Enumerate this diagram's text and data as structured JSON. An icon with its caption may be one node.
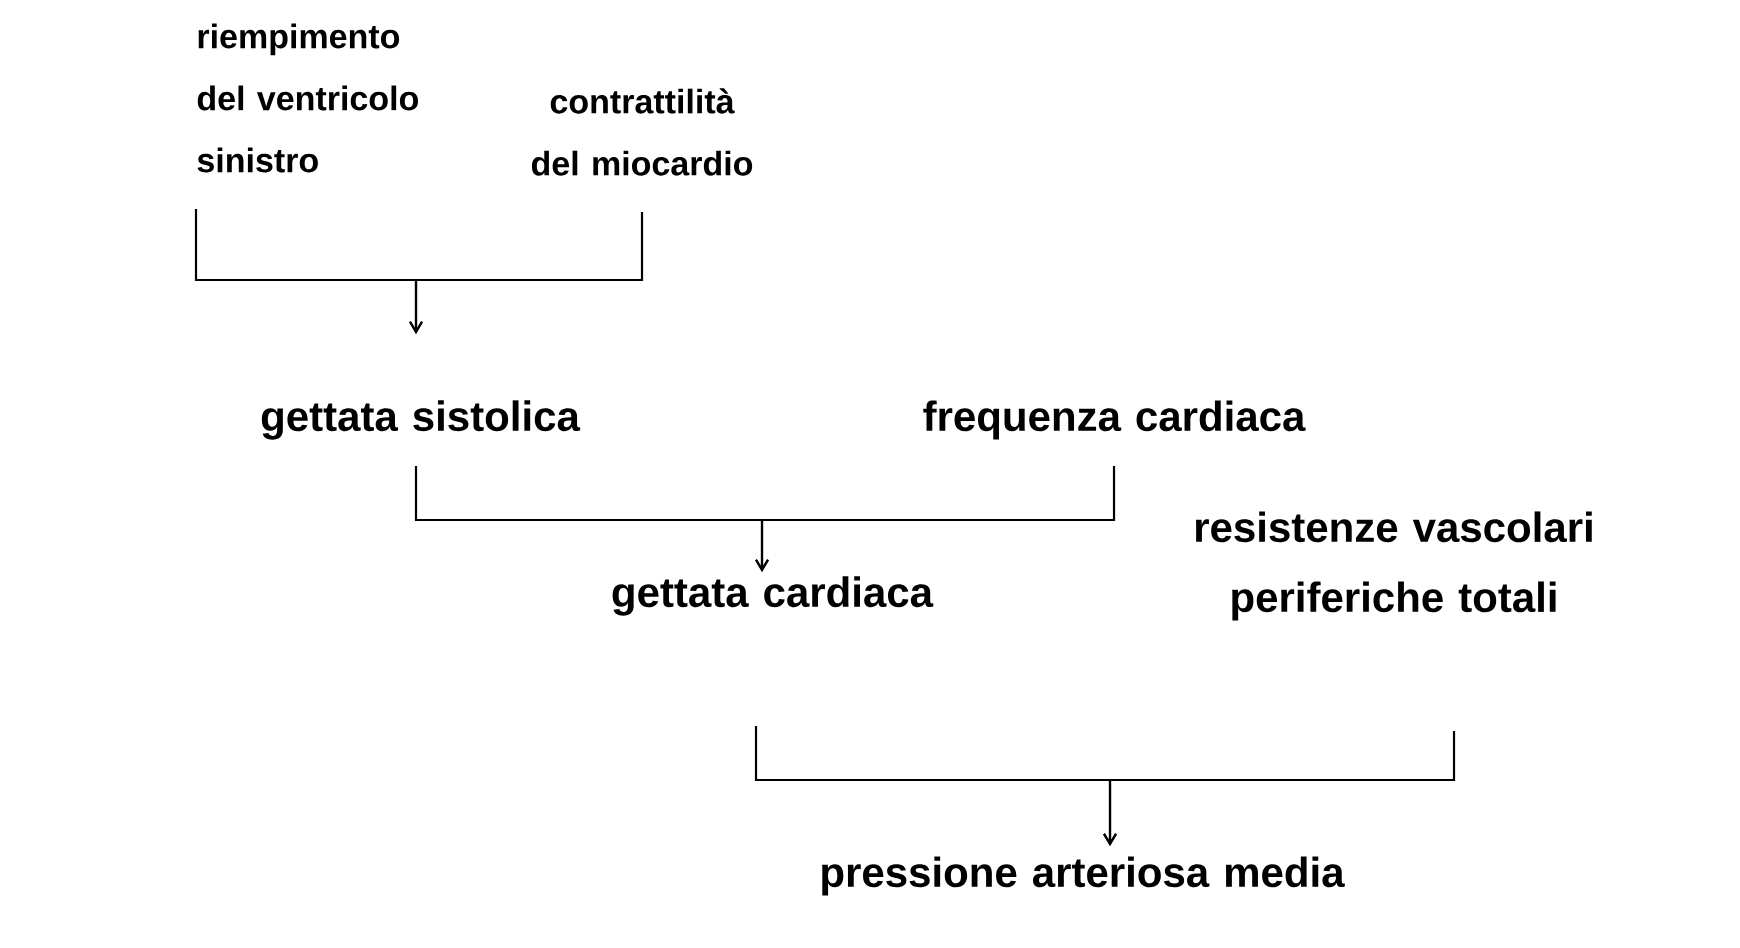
{
  "diagram": {
    "nodes": [
      {
        "text": [
          "riempimento del ventricolo sinistro"
        ]
      },
      {
        "text": [
          "contrattilità del miocardio"
        ]
      },
      {
        "text": [
          "gettata sistolica"
        ]
      },
      {
        "text": [
          "frequenza cardiaca"
        ]
      },
      {
        "text": [
          "gettata cardiaca"
        ]
      },
      {
        "text": [
          "resistenze vascolari periferiche totali"
        ]
      },
      {
        "text": [
          "pressione arteriosa media"
        ]
      }
    ],
    "edges": [
      {
        "from": 0,
        "to": 2,
        "arrow": "to"
      },
      {
        "from": 1,
        "to": 2,
        "arrow": "to"
      },
      {
        "from": 2,
        "to": 4,
        "arrow": "to"
      },
      {
        "from": 3,
        "to": 4,
        "arrow": "to"
      },
      {
        "from": 4,
        "to": 6,
        "arrow": "to"
      },
      {
        "from": 5,
        "to": 6,
        "arrow": "to"
      }
    ]
  }
}
